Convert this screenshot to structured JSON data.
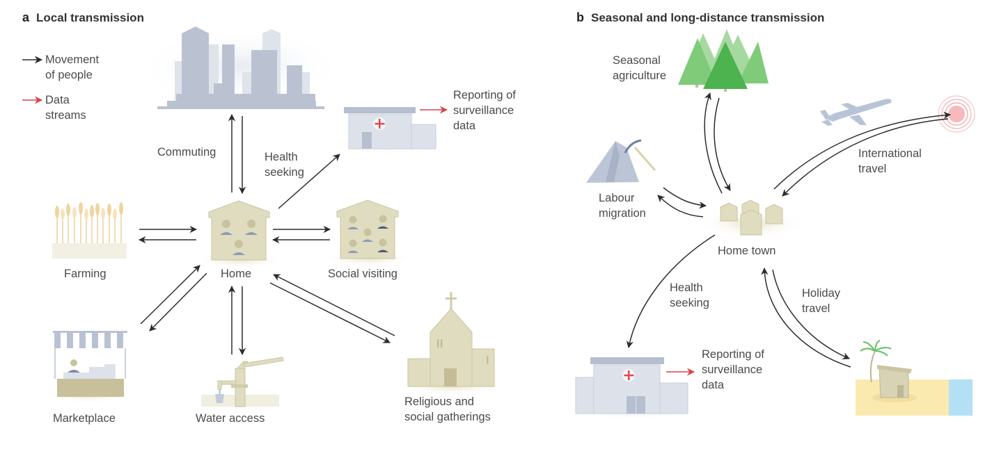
{
  "panel_a": {
    "letter": "a",
    "title": "Local transmission",
    "legend": {
      "movement": {
        "label": "Movement\nof people",
        "color": "#222222",
        "icon": "black-arrow-icon"
      },
      "data": {
        "label": "Data\nstreams",
        "color": "#d9434b",
        "icon": "red-arrow-icon"
      }
    },
    "nodes": {
      "city": {
        "label": "",
        "icon": "city-skyline-icon"
      },
      "clinic": {
        "label": "",
        "icon": "clinic-icon"
      },
      "home": {
        "label": "Home",
        "icon": "house-icon"
      },
      "farming": {
        "label": "Farming",
        "icon": "wheat-field-icon"
      },
      "social": {
        "label": "Social visiting",
        "icon": "house-with-people-icon"
      },
      "market": {
        "label": "Marketplace",
        "icon": "market-stall-icon"
      },
      "water": {
        "label": "Water access",
        "icon": "water-pump-icon"
      },
      "religious": {
        "label": "Religious and\nsocial gatherings",
        "icon": "church-icon"
      }
    },
    "edges": {
      "commuting": "Commuting",
      "health": "Health\nseeking",
      "reporting": "Reporting of\nsurveillance\ndata"
    }
  },
  "panel_b": {
    "letter": "b",
    "title": "Seasonal and long-distance transmission",
    "nodes": {
      "agri": {
        "label": "Seasonal\nagriculture",
        "icon": "forest-icon"
      },
      "labour": {
        "label": "Labour\nmigration",
        "icon": "mountain-pickaxe-icon"
      },
      "hometown": {
        "label": "Home town",
        "icon": "houses-cluster-icon"
      },
      "plane": {
        "label": "",
        "icon": "airplane-icon"
      },
      "target": {
        "label": "",
        "icon": "outbreak-target-icon"
      },
      "clinic": {
        "label": "",
        "icon": "hospital-icon"
      },
      "beach": {
        "label": "",
        "icon": "beach-hut-icon"
      }
    },
    "edges": {
      "international": "International\ntravel",
      "health": "Health\nseeking",
      "holiday": "Holiday\ntravel",
      "reporting": "Reporting of\nsurveillance\ndata"
    }
  },
  "colors": {
    "arrow": "#2b2b2b",
    "data_arrow": "#d9434b",
    "building_grey": "#b9c2d3",
    "building_light": "#dde2ea",
    "beige": "#d8d3b4",
    "beige_dark": "#bdb795",
    "tree_green": "#5cbf5c",
    "sand": "#faeab0",
    "water": "#b3e0f5",
    "cross_red": "#e0484f"
  }
}
